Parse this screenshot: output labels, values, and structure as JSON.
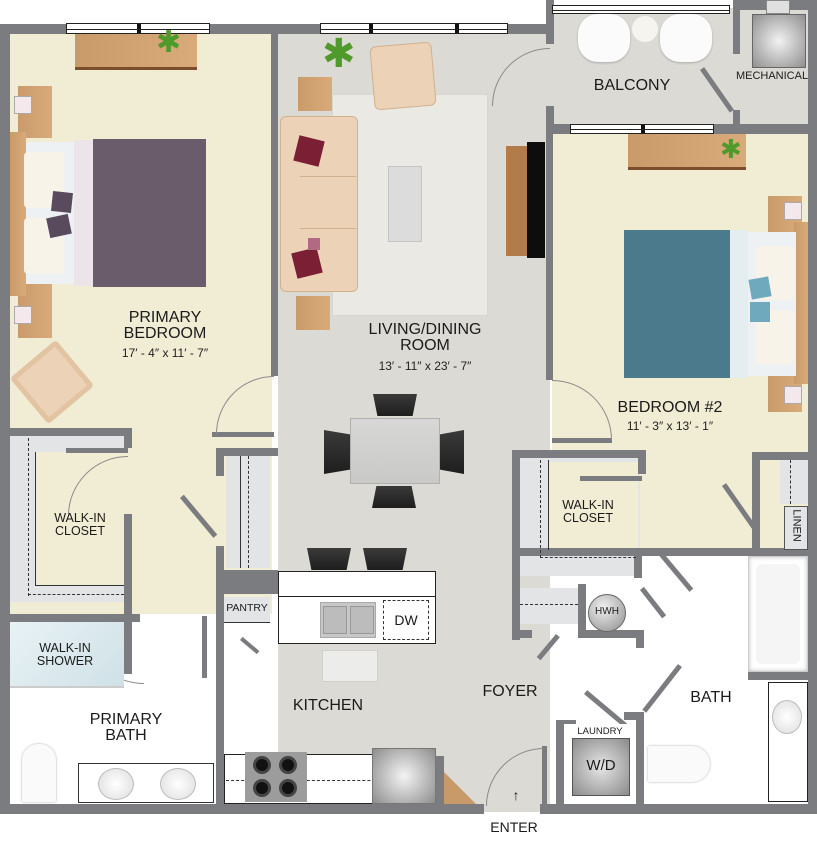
{
  "floorplan": {
    "rooms": {
      "primary_bedroom": {
        "name": "PRIMARY\nBEDROOM",
        "dims": "17′ - 4″ x 11′ - 7″"
      },
      "living_dining": {
        "name": "LIVING/DINING\nROOM",
        "dims": "13′ - 11″ x 23′ - 7″"
      },
      "balcony": {
        "name": "BALCONY"
      },
      "mechanical": {
        "name": "MECHANICAL"
      },
      "bedroom2": {
        "name": "BEDROOM #2",
        "dims": "11′ - 3″ x 13′ - 1″"
      },
      "primary_closet": {
        "name": "WALK-IN\nCLOSET"
      },
      "bedroom2_closet": {
        "name": "WALK-IN\nCLOSET"
      },
      "linen": {
        "name": "LINEN"
      },
      "walk_in_shower": {
        "name": "WALK-IN\nSHOWER"
      },
      "primary_bath": {
        "name": "PRIMARY\nBATH"
      },
      "pantry": {
        "name": "PANTRY"
      },
      "kitchen": {
        "name": "KITCHEN"
      },
      "foyer": {
        "name": "FOYER"
      },
      "bath": {
        "name": "BATH"
      },
      "laundry": {
        "name": "LAUNDRY"
      }
    },
    "fixtures": {
      "dishwasher": "DW",
      "hot_water_heater": "HWH",
      "washer_dryer": "W/D"
    },
    "entry": {
      "label": "ENTER",
      "arrow": "arrow-up-icon"
    },
    "colors": {
      "wall": "#7b7c80",
      "bedroom_floor": "#f1ecd4",
      "living_floor": "#dcdad4",
      "bath_floor": "#ffffff",
      "closet_shelf": "#e3e4e6",
      "primary_bedspread": "#6b5c6c",
      "bedroom2_bedspread": "#4a7a8c",
      "accent_pillow": "#7a1f34"
    }
  }
}
